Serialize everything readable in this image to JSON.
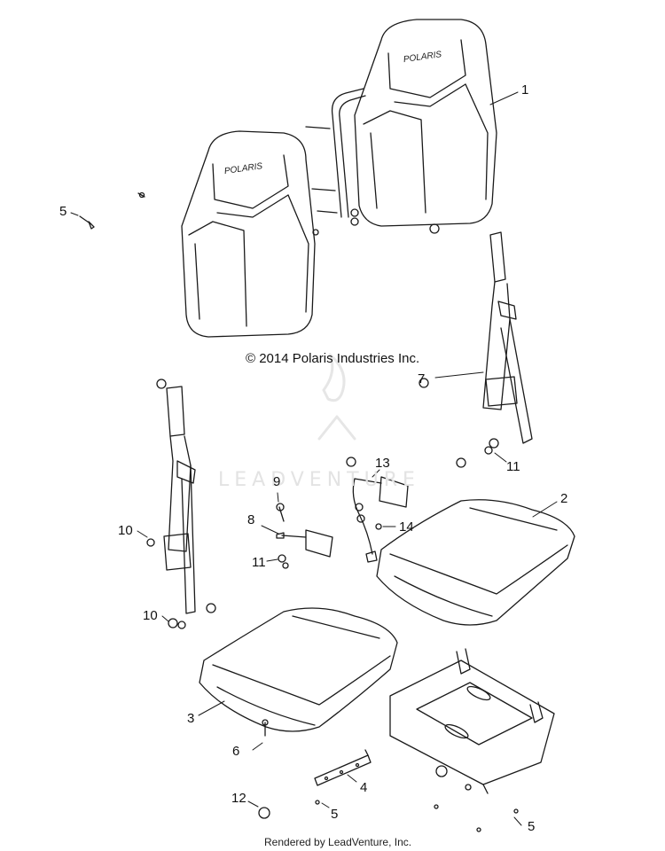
{
  "copyright": "© 2014 Polaris Industries Inc.",
  "footer": "Rendered by LeadVenture, Inc.",
  "watermark": "LEADVENTURE",
  "seat_brand": "POLARIS",
  "callouts": {
    "c1": "1",
    "c2": "2",
    "c3": "3",
    "c4": "4",
    "c5a": "5",
    "c5b": "5",
    "c5c": "5",
    "c6": "6",
    "c7": "7",
    "c8": "8",
    "c9": "9",
    "c10a": "10",
    "c10b": "10",
    "c11a": "11",
    "c11b": "11",
    "c12": "12",
    "c13": "13",
    "c14": "14"
  },
  "colors": {
    "line": "#1a1a1a",
    "watermark": "#e3e3e3"
  }
}
